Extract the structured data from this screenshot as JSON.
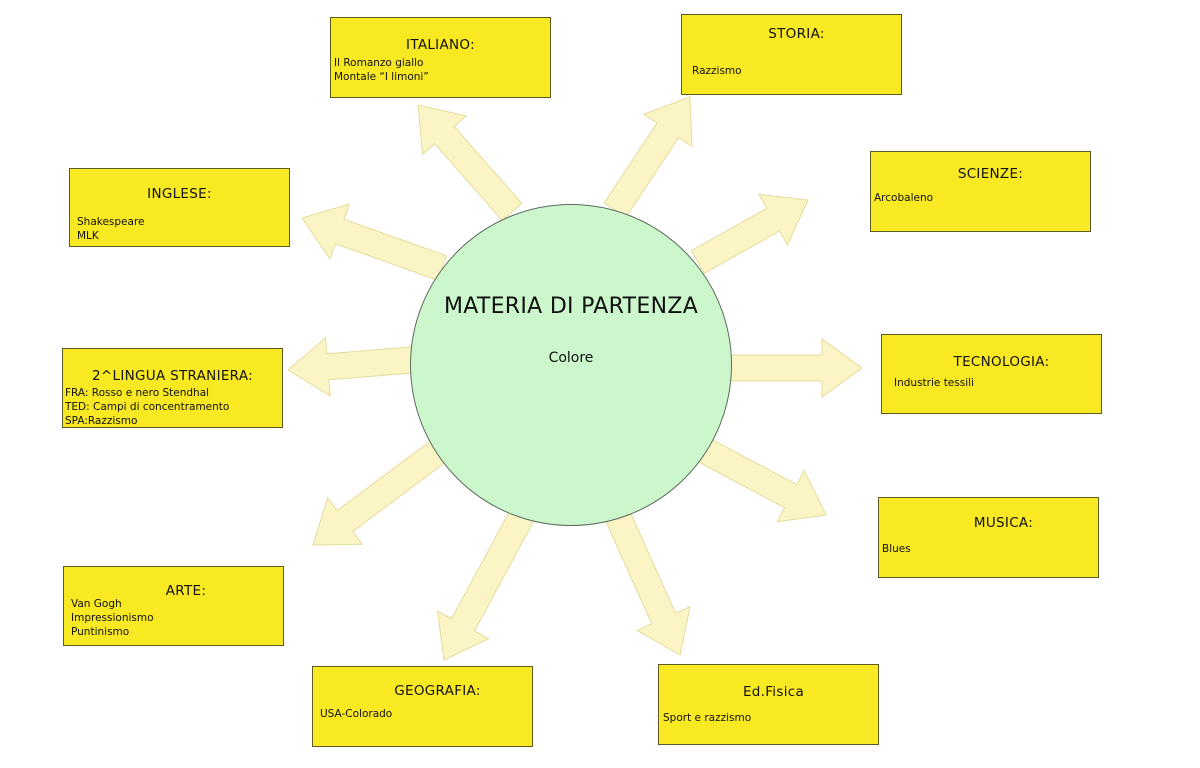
{
  "center": {
    "title": "MATERIA DI PARTENZA",
    "subtitle": "Colore"
  },
  "colors": {
    "box_fill": "#f9e923",
    "circle_fill": "#ccf7cc",
    "arrow_fill": "#fbf5c5"
  },
  "boxes": [
    {
      "id": "italiano",
      "title": "ITALIANO:",
      "items": [
        "Il Romanzo giallo",
        "Montale “I limoni”"
      ]
    },
    {
      "id": "storia",
      "title": "STORIA:",
      "items": [
        "Razzismo"
      ]
    },
    {
      "id": "scienze",
      "title": "SCIENZE:",
      "items": [
        "Arcobaleno"
      ]
    },
    {
      "id": "inglese",
      "title": "INGLESE:",
      "items": [
        "Shakespeare",
        "MLK"
      ]
    },
    {
      "id": "lingua",
      "title": "2^LINGUA STRANIERA:",
      "items": [
        "FRA: Rosso e nero Stendhal",
        "TED: Campi di concentramento",
        "SPA:Razzismo"
      ]
    },
    {
      "id": "tecnologia",
      "title": "TECNOLOGIA:",
      "items": [
        "Industrie tessili"
      ]
    },
    {
      "id": "musica",
      "title": "MUSICA:",
      "items": [
        "Blues"
      ]
    },
    {
      "id": "arte",
      "title": "ARTE:",
      "items": [
        "Van Gogh",
        "Impressionismo",
        "Puntinismo"
      ]
    },
    {
      "id": "geografia",
      "title": "GEOGRAFIA:",
      "items": [
        "USA-Colorado"
      ]
    },
    {
      "id": "edfisica",
      "title": "Ed.Fisica",
      "items": [
        "Sport e razzismo"
      ]
    }
  ]
}
